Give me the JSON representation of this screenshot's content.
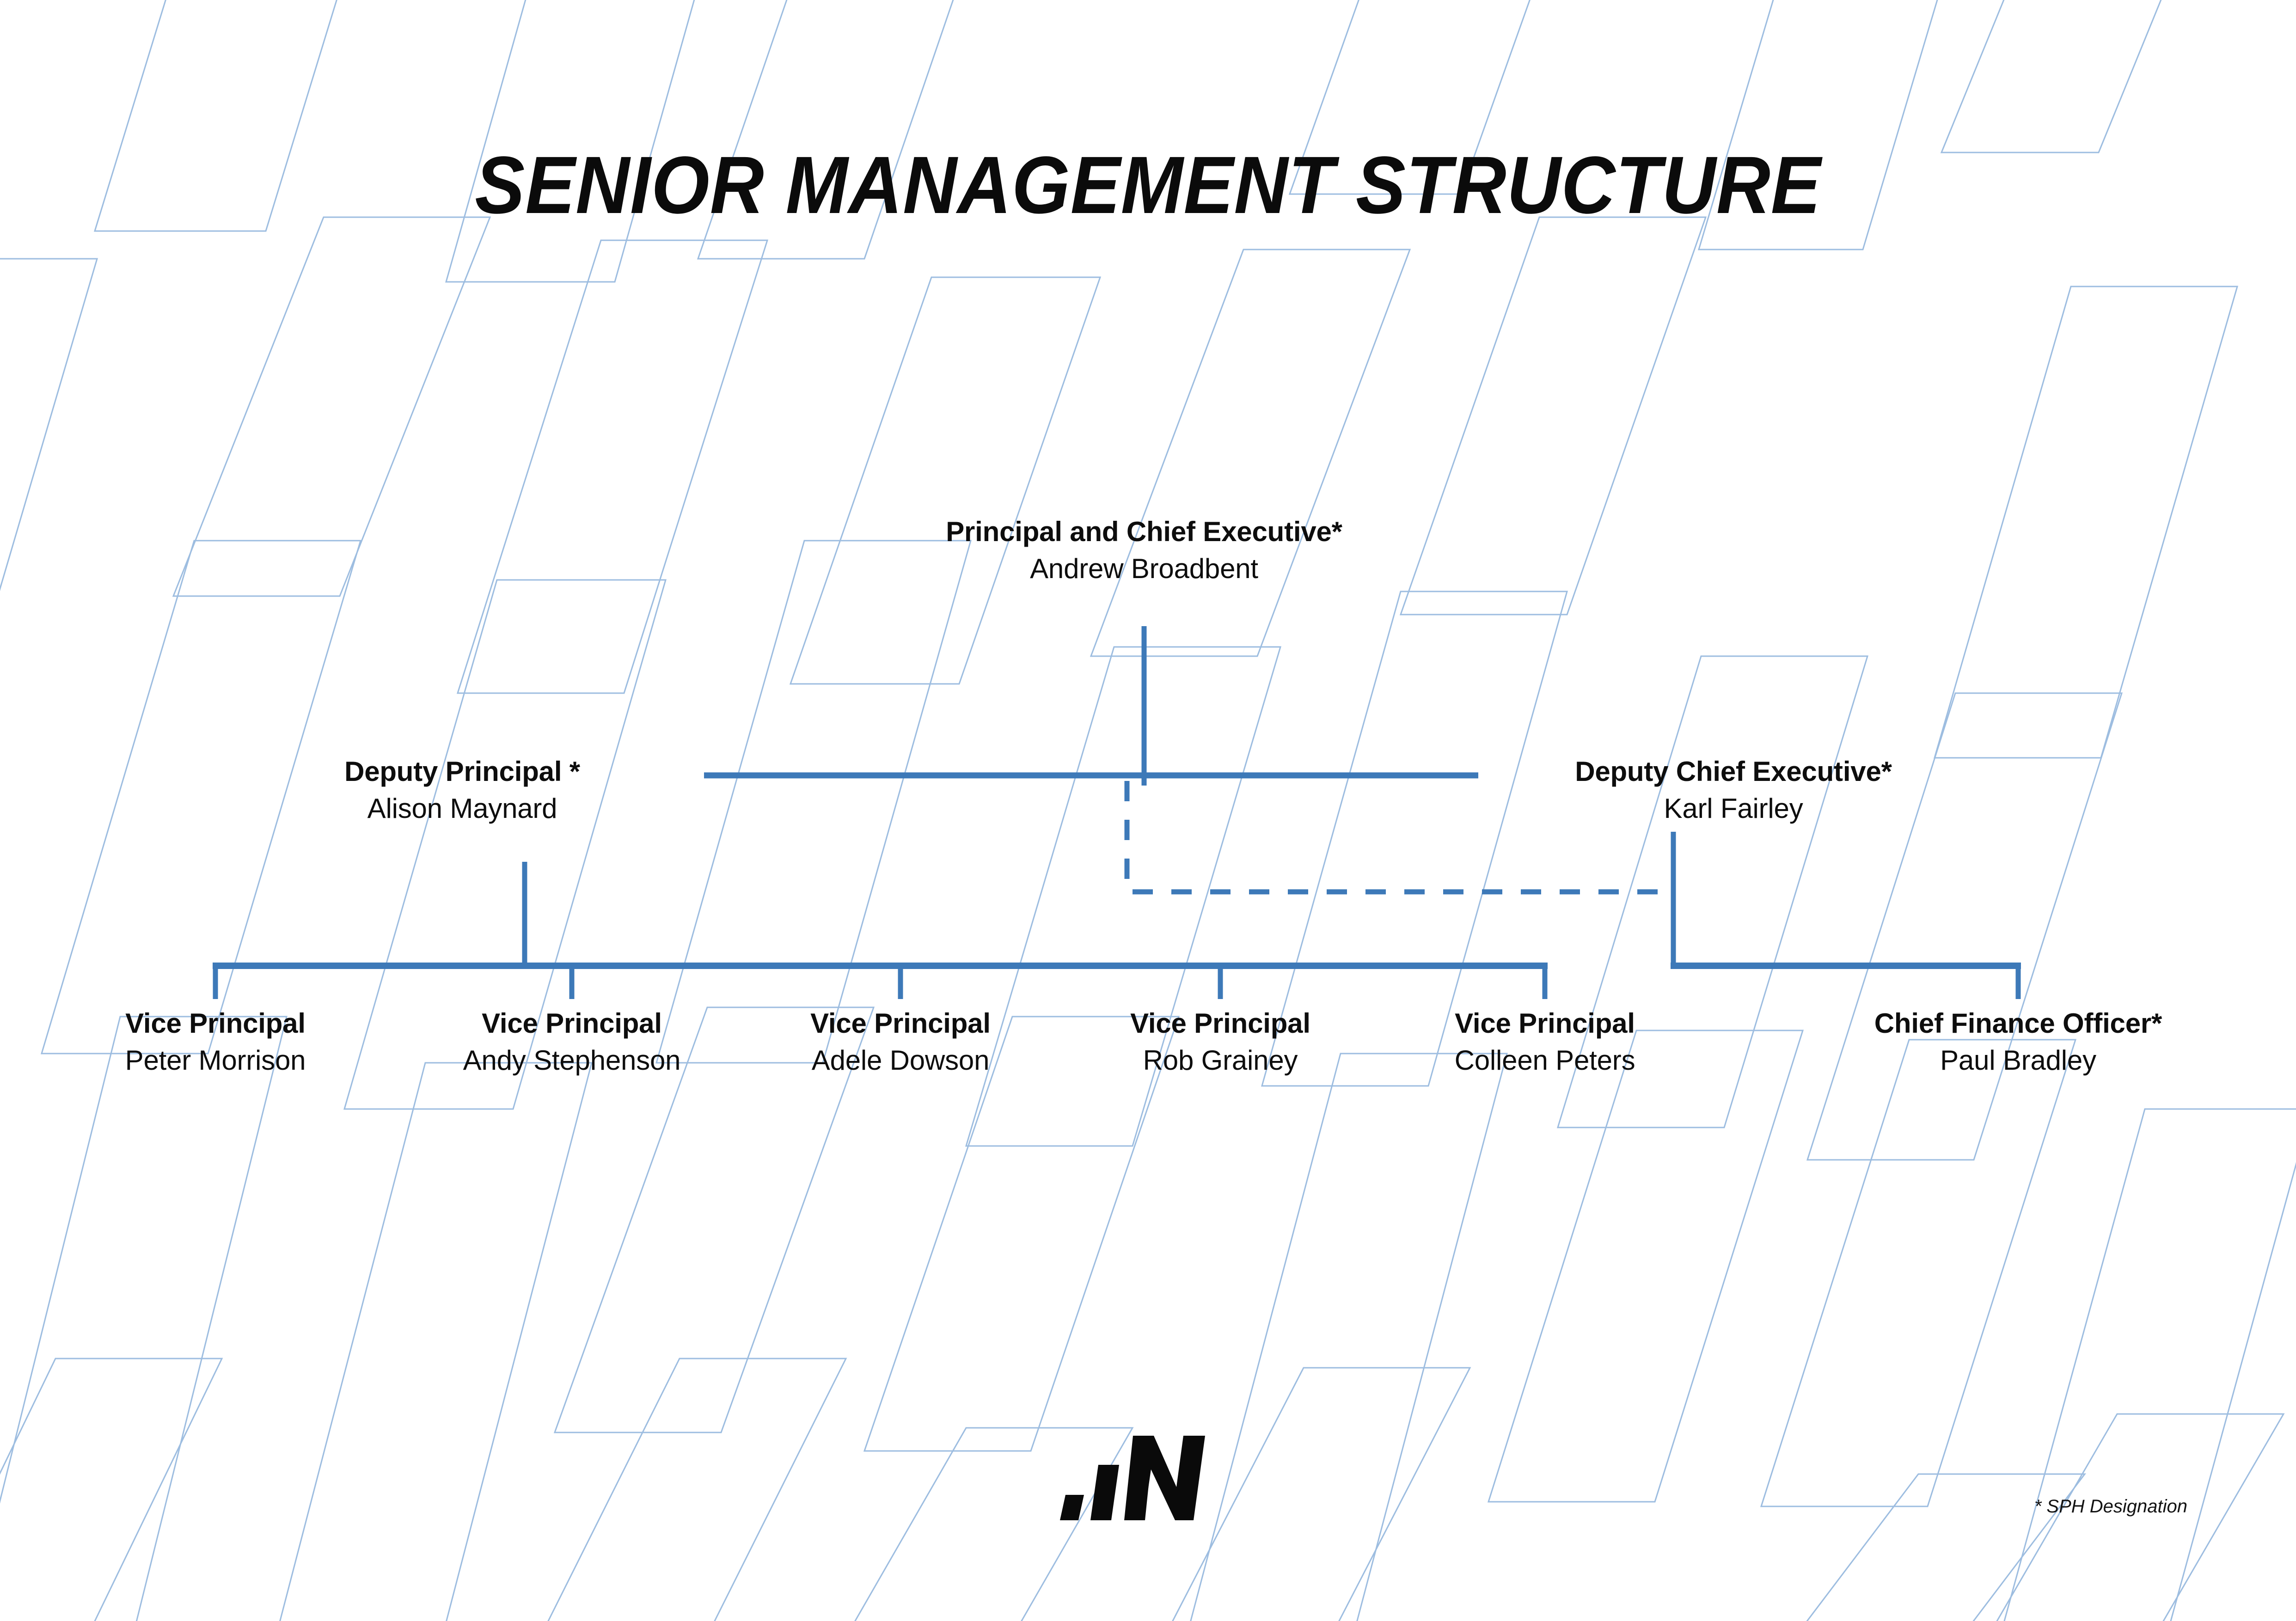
{
  "title": "SENIOR MANAGEMENT STRUCTURE",
  "footnote": "* SPH Designation",
  "colors": {
    "connector_blue": "#3d79b8",
    "pattern_blue": "#9dbde0",
    "text_black": "#0d0d0d",
    "background": "#ffffff"
  },
  "logo": {
    "name": "newcastle-n-logo",
    "letter": "N"
  },
  "chart_data": {
    "type": "org-chart",
    "title": "SENIOR MANAGEMENT STRUCTURE",
    "levels": [
      {
        "level": 1,
        "nodes": [
          {
            "role": "Principal and Chief Executive*",
            "person": "Andrew Broadbent"
          }
        ]
      },
      {
        "level": 2,
        "nodes": [
          {
            "role": "Deputy Principal *",
            "person": "Alison Maynard"
          },
          {
            "role": "Deputy Chief Executive*",
            "person": "Karl Fairley"
          }
        ]
      },
      {
        "level": 3,
        "nodes": [
          {
            "role": "Vice Principal",
            "person": "Peter Morrison"
          },
          {
            "role": "Vice Principal",
            "person": "Andy Stephenson"
          },
          {
            "role": "Vice Principal",
            "person": "Adele Dowson"
          },
          {
            "role": "Vice Principal",
            "person": "Rob Grainey"
          },
          {
            "role": "Vice Principal",
            "person": "Colleen Peters"
          },
          {
            "role": "Chief Finance Officer*",
            "person": "Paul Bradley"
          }
        ]
      }
    ],
    "edges": [
      {
        "from": "Principal and Chief Executive*",
        "to": "Deputy Principal *",
        "style": "solid"
      },
      {
        "from": "Principal and Chief Executive*",
        "to": "Deputy Chief Executive*",
        "style": "solid"
      },
      {
        "from": "Principal and Chief Executive*",
        "to": "Chief Finance Officer*",
        "style": "dashed"
      },
      {
        "from": "Deputy Principal *",
        "to": "Vice Principal / Peter Morrison",
        "style": "solid"
      },
      {
        "from": "Deputy Principal *",
        "to": "Vice Principal / Andy Stephenson",
        "style": "solid"
      },
      {
        "from": "Deputy Principal *",
        "to": "Vice Principal / Adele Dowson",
        "style": "solid"
      },
      {
        "from": "Deputy Principal *",
        "to": "Vice Principal / Rob Grainey",
        "style": "solid"
      },
      {
        "from": "Deputy Principal *",
        "to": "Vice Principal / Colleen Peters",
        "style": "solid"
      },
      {
        "from": "Deputy Chief Executive*",
        "to": "Chief Finance Officer*",
        "style": "solid"
      }
    ]
  },
  "nodes": {
    "principal": {
      "role": "Principal and Chief Executive*",
      "person": "Andrew Broadbent"
    },
    "deputy_principal": {
      "role": "Deputy Principal *",
      "person": "Alison Maynard"
    },
    "deputy_chief_exec": {
      "role": "Deputy Chief Executive*",
      "person": "Karl Fairley"
    },
    "vp1": {
      "role": "Vice Principal",
      "person": "Peter Morrison"
    },
    "vp2": {
      "role": "Vice Principal",
      "person": "Andy Stephenson"
    },
    "vp3": {
      "role": "Vice Principal",
      "person": "Adele Dowson"
    },
    "vp4": {
      "role": "Vice Principal",
      "person": "Rob Grainey"
    },
    "vp5": {
      "role": "Vice Principal",
      "person": "Colleen Peters"
    },
    "cfo": {
      "role": "Chief Finance Officer*",
      "person": "Paul Bradley"
    }
  }
}
